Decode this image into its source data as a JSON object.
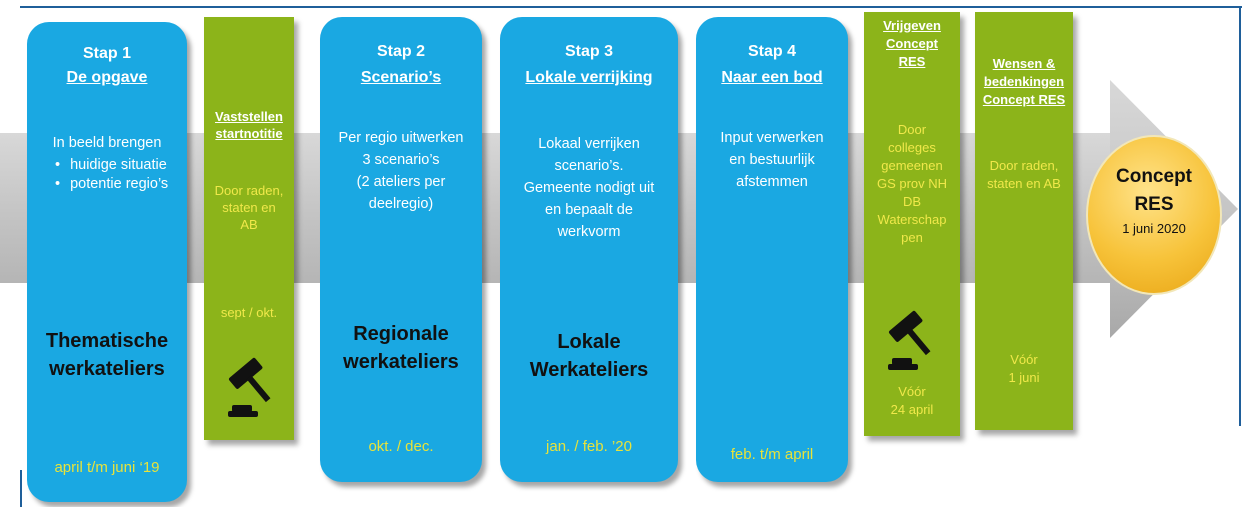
{
  "colors": {
    "blue": "#1aa8e2",
    "green": "#8cb41a",
    "yellow_text": "#e8e33a",
    "gold": "#f7c33a",
    "band": "#c2c2c2"
  },
  "step1": {
    "title": "Stap 1",
    "subtitle": "De opgave",
    "intro": "In beeld brengen",
    "bullets": [
      "huidige situatie",
      "potentie regio’s"
    ],
    "bottom_line1": "Thematische",
    "bottom_line2": "werkateliers",
    "date": "april t/m juni ‘19"
  },
  "green1": {
    "title_line1": "Vaststellen",
    "title_line2": "startnotitie",
    "text_line1": "Door raden,",
    "text_line2": "staten en",
    "text_line3": "AB",
    "date": "sept / okt.",
    "icon": "gavel-icon"
  },
  "step2": {
    "title": "Stap 2",
    "subtitle": "Scenario’s",
    "text_line1": "Per regio uitwerken",
    "text_line2": "3 scenario’s",
    "text_line3": "(2 ateliers per",
    "text_line4": "deelregio)",
    "bottom_line1": "Regionale",
    "bottom_line2": "werkateliers",
    "date": "okt. / dec."
  },
  "step3": {
    "title": "Stap 3",
    "subtitle": "Lokale verrijking",
    "text_line1": "Lokaal verrijken",
    "text_line2": "scenario’s.",
    "text_line3": "Gemeente nodigt uit",
    "text_line4": "en bepaalt de",
    "text_line5": "werkvorm",
    "bottom_line1": "Lokale",
    "bottom_line2": "Werkateliers",
    "date": "jan. / feb. ’20"
  },
  "step4": {
    "title": "Stap 4",
    "subtitle": "Naar een bod",
    "text_line1": "Input verwerken",
    "text_line2": "en bestuurlijk",
    "text_line3": "afstemmen",
    "date": "feb. t/m april"
  },
  "green2": {
    "title_line1": "Vrijgeven",
    "title_line2": "Concept",
    "title_line3": "RES",
    "text_lines": [
      "Door",
      "colleges",
      "gemeenen",
      "GS prov NH",
      "DB",
      "Waterschap",
      "pen"
    ],
    "date_line1": "Vóór",
    "date_line2": "24 april",
    "icon": "gavel-icon"
  },
  "green3": {
    "title_line1": "Wensen &",
    "title_line2": "bedenkingen",
    "title_line3": "Concept RES",
    "text_line1": "Door raden,",
    "text_line2": "staten en AB",
    "date_line1": "Vóór",
    "date_line2": "1 juni"
  },
  "final": {
    "line1": "Concept",
    "line2": "RES",
    "date": "1 juni 2020"
  }
}
